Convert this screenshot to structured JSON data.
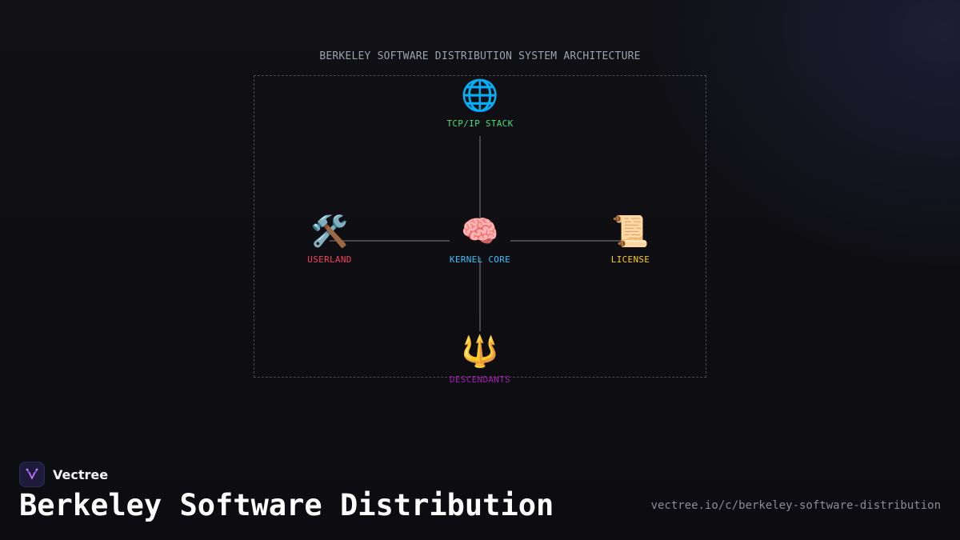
{
  "diagram": {
    "title": "BERKELEY SOFTWARE DISTRIBUTION SYSTEM ARCHITECTURE",
    "nodes": {
      "tcpip": {
        "icon": "🌐",
        "icon_name": "globe-icon",
        "label": "TCP/IP STACK",
        "color": "#4ade80"
      },
      "userland": {
        "icon": "🛠️",
        "icon_name": "hammer-wrench-icon",
        "label": "USERLAND",
        "color": "#f43f5e"
      },
      "kernel": {
        "icon": "🧠",
        "icon_name": "brain-icon",
        "label": "KERNEL CORE",
        "color": "#38bdf8"
      },
      "license": {
        "icon": "📜",
        "icon_name": "scroll-icon",
        "label": "LICENSE",
        "color": "#facc15"
      },
      "descendants": {
        "icon": "🔱",
        "icon_name": "trident-icon",
        "label": "DESCENDANTS",
        "color": "#a21caf"
      }
    },
    "edges": [
      {
        "from": "kernel",
        "to": "tcpip"
      },
      {
        "from": "kernel",
        "to": "userland"
      },
      {
        "from": "kernel",
        "to": "license"
      },
      {
        "from": "kernel",
        "to": "descendants"
      }
    ]
  },
  "footer": {
    "brand_name": "Vectree",
    "brand_icon": "vectree-logo-icon",
    "title": "Berkeley Software Distribution",
    "url": "vectree.io/c/berkeley-software-distribution"
  }
}
